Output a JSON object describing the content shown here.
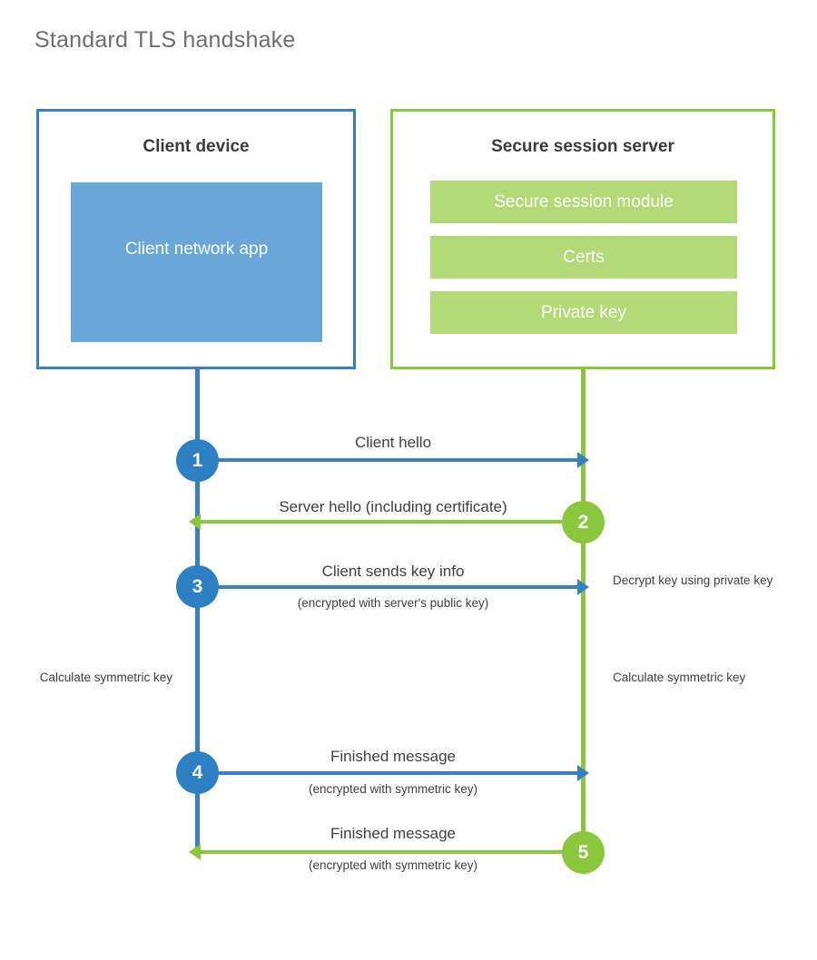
{
  "diagram": {
    "title": "Standard TLS handshake",
    "colors": {
      "client_blue_border": "#3c7fbe",
      "client_app_fill": "#6aa6d8",
      "client_circle": "#2f80c2",
      "server_green_border": "#8cc63e",
      "server_bar_fill": "#b3d978",
      "server_circle": "#8cc63e",
      "text": "#404041",
      "title_text": "#6d6e71",
      "background": "#ffffff"
    }
  },
  "client": {
    "title": "Client device",
    "app_label": "Client network app"
  },
  "server": {
    "title": "Secure session server",
    "components": [
      {
        "label": "Secure session module"
      },
      {
        "label": "Certs"
      },
      {
        "label": "Private key"
      }
    ]
  },
  "steps": [
    {
      "number": "1",
      "label": "Client hello",
      "sub": "",
      "direction": "client-to-server",
      "color": "blue"
    },
    {
      "number": "2",
      "label": "Server hello (including certificate)",
      "sub": "",
      "direction": "server-to-client",
      "color": "green"
    },
    {
      "number": "3",
      "label": "Client sends key info",
      "sub": "(encrypted with server's public key)",
      "direction": "client-to-server",
      "color": "blue"
    },
    {
      "number": "4",
      "label": "Finished message",
      "sub": "(encrypted with symmetric key)",
      "direction": "client-to-server",
      "color": "blue"
    },
    {
      "number": "5",
      "label": "Finished message",
      "sub": "(encrypted with symmetric key)",
      "direction": "server-to-client",
      "color": "green"
    }
  ],
  "annotations": {
    "decrypt_key": "Decrypt key using private key",
    "calculate_symmetric_key_client": "Calculate symmetric key",
    "calculate_symmetric_key_server": "Calculate symmetric key"
  }
}
